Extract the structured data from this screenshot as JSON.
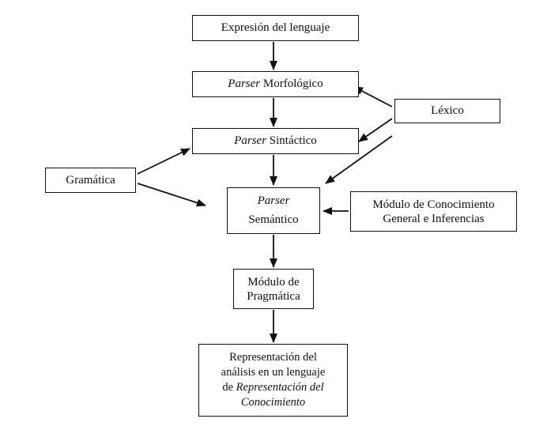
{
  "nodes": {
    "expresion": {
      "text": "Expresión del lenguaje"
    },
    "morfologico": {
      "italic": "Parser",
      "text": " Morfológico"
    },
    "sintactico": {
      "italic": "Parser",
      "text": " Sintáctico"
    },
    "lexico": {
      "text": "Léxico"
    },
    "gramatica": {
      "text": "Gramática"
    },
    "semantico": {
      "italic": "Parser",
      "text": "Semántico"
    },
    "conocimiento": {
      "line1": "Módulo de Conocimiento",
      "line2": "General e Inferencias"
    },
    "pragmatica": {
      "line1": "Módulo de",
      "line2": "Pragmática"
    },
    "representacion": {
      "line1": "Representación del",
      "line2": "análisis en un lenguaje",
      "line3_prefix": "de ",
      "line3_italic": "Representación del",
      "line4_italic": "Conocimiento"
    }
  },
  "colors": {
    "stroke": "#111111",
    "background": "#ffffff"
  }
}
